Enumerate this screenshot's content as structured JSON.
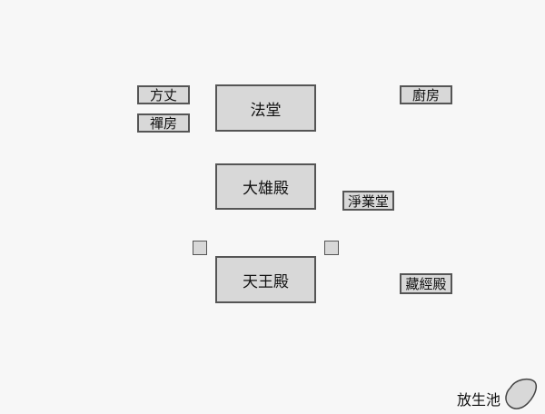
{
  "buildings": {
    "fangzhang": "方丈",
    "chanfang": "禪房",
    "fatang": "法堂",
    "chufang": "廚房",
    "daxiongdian": "大雄殿",
    "jingyetang": "淨業堂",
    "tianwangdian": "天王殿",
    "zangjingdian": "藏經殿"
  },
  "pond": {
    "label": "放生池"
  }
}
